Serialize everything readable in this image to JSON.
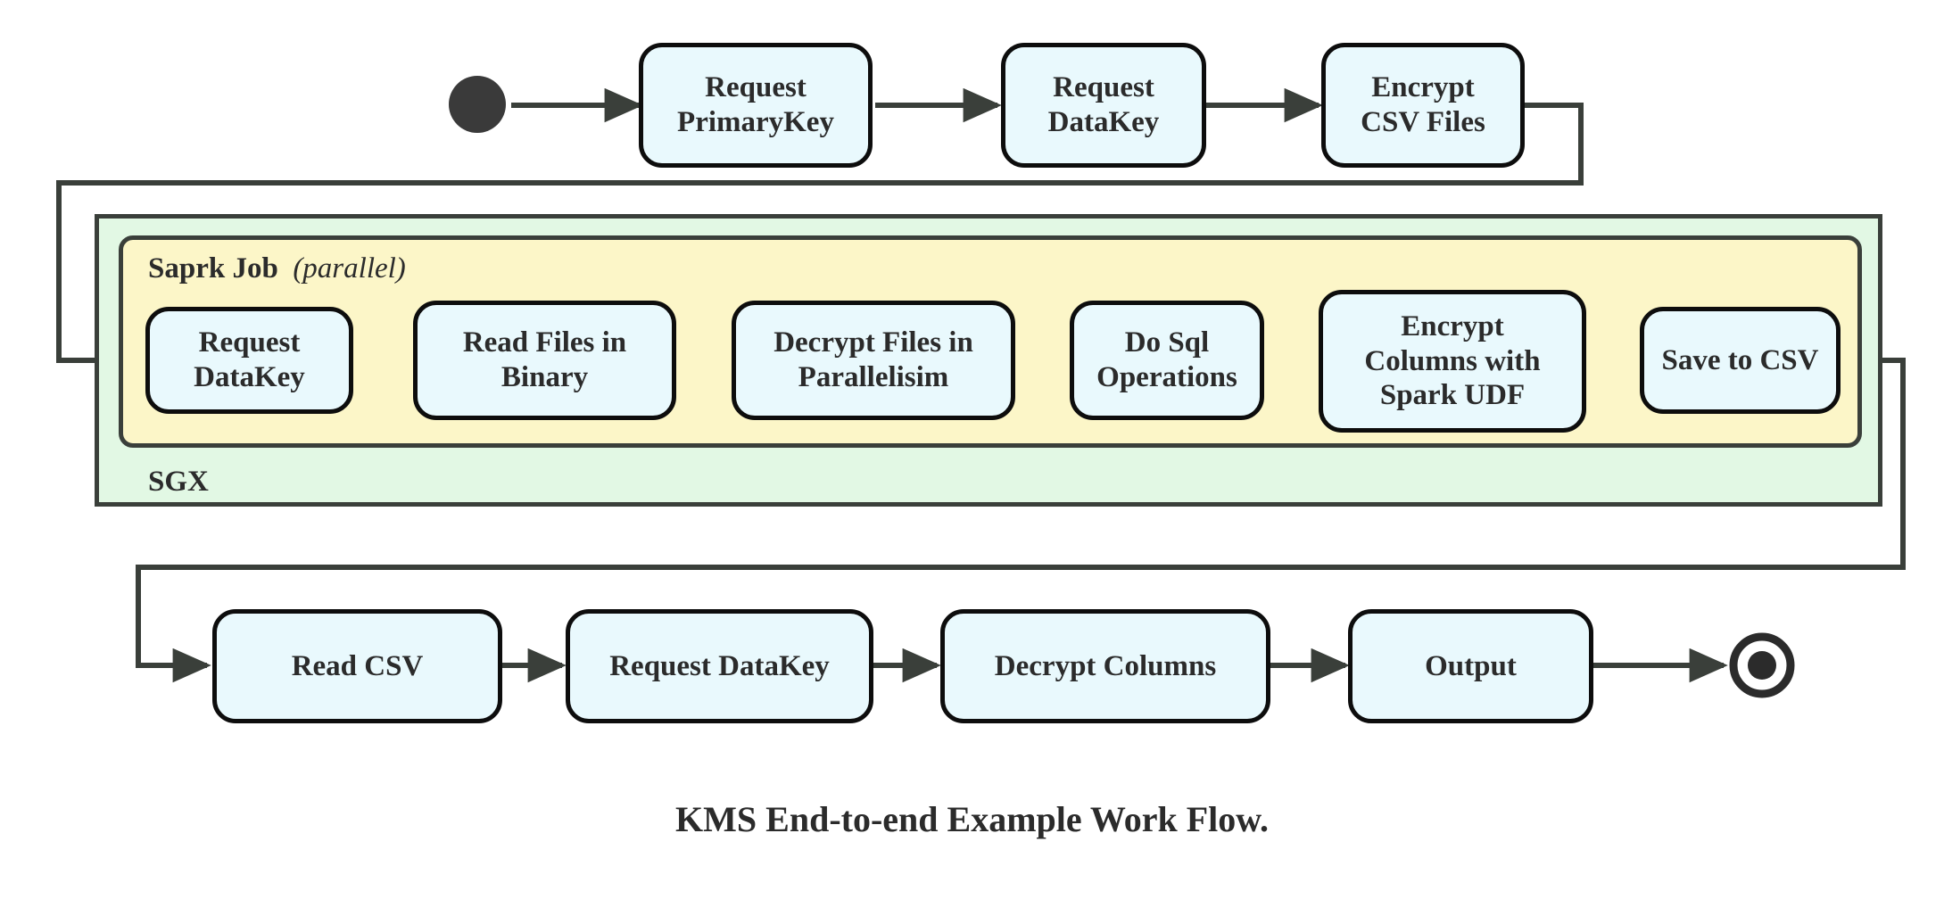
{
  "diagram": {
    "caption": "KMS End-to-end Example Work Flow.",
    "colors": {
      "node_fill": "#e9f9fd",
      "node_stroke": "#0d0d0d",
      "sgx_fill": "#e2f8e4",
      "spark_fill": "#fcf6c8",
      "group_stroke": "#3a3f3a",
      "connector": "#3a3f3a",
      "text": "#2b2b2b"
    },
    "start_node": {
      "name": "start-node",
      "shape": "filled-circle"
    },
    "end_node": {
      "name": "end-node",
      "shape": "ring-with-filled-circle"
    },
    "groups": {
      "sgx": {
        "label": "SGX"
      },
      "spark": {
        "label": "Saprk Job",
        "modifier": "(parallel)",
        "modifier_text": "parallel"
      }
    },
    "rows": {
      "top": [
        {
          "id": "request-primarykey",
          "lines": [
            "Request",
            "PrimaryKey"
          ]
        },
        {
          "id": "request-datakey-top",
          "lines": [
            "Request",
            "DataKey"
          ]
        },
        {
          "id": "encrypt-csv-files",
          "lines": [
            "Encrypt",
            "CSV Files"
          ]
        }
      ],
      "spark": [
        {
          "id": "request-datakey-spark",
          "lines": [
            "Request",
            "DataKey"
          ]
        },
        {
          "id": "read-files-in-binary",
          "lines": [
            "Read Files in",
            "Binary"
          ]
        },
        {
          "id": "decrypt-files-in-parallelisim",
          "lines": [
            "Decrypt Files in",
            "Parallelisim"
          ]
        },
        {
          "id": "do-sql-operations",
          "lines": [
            "Do Sql",
            "Operations"
          ]
        },
        {
          "id": "encrypt-columns-with-spark-udf",
          "lines": [
            "Encrypt",
            "Columns with",
            "Spark UDF"
          ]
        },
        {
          "id": "save-to-csv",
          "lines": [
            "Save to CSV"
          ]
        }
      ],
      "bottom": [
        {
          "id": "read-csv",
          "lines": [
            "Read CSV"
          ]
        },
        {
          "id": "request-datakey-bottom",
          "lines": [
            "Request DataKey"
          ]
        },
        {
          "id": "decrypt-columns",
          "lines": [
            "Decrypt Columns"
          ]
        },
        {
          "id": "output",
          "lines": [
            "Output"
          ]
        }
      ]
    }
  }
}
